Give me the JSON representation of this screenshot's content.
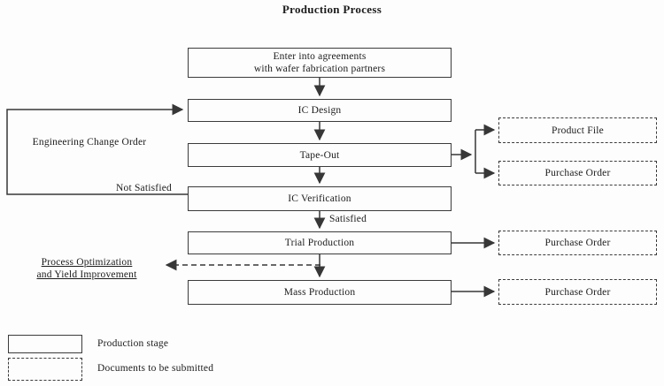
{
  "title": "Production Process",
  "stages": [
    {
      "id": "enter-agreements",
      "label": "Enter into agreements\nwith wafer fabrication partners"
    },
    {
      "id": "ic-design",
      "label": "IC Design"
    },
    {
      "id": "tape-out",
      "label": "Tape-Out"
    },
    {
      "id": "ic-verification",
      "label": "IC Verification"
    },
    {
      "id": "trial-production",
      "label": "Trial Production"
    },
    {
      "id": "mass-production",
      "label": "Mass Production"
    }
  ],
  "documents": [
    {
      "id": "product-file",
      "label": "Product File"
    },
    {
      "id": "purchase-order-tapeout",
      "label": "Purchase Order"
    },
    {
      "id": "purchase-order-trial",
      "label": "Purchase Order"
    },
    {
      "id": "purchase-order-mass",
      "label": "Purchase Order"
    }
  ],
  "annotations": {
    "engineering_change_order": "Engineering Change Order",
    "not_satisfied": "Not Satisfied",
    "satisfied": "Satisfied",
    "process_optimization": "Process Optimization\nand Yield Improvement"
  },
  "legend": [
    {
      "style": "solid",
      "label": "Production stage"
    },
    {
      "style": "dashed",
      "label": "Documents to be submitted"
    }
  ],
  "colors": {
    "line": "#373737",
    "text": "#1c1c1c",
    "background": "#fdfdfd"
  }
}
